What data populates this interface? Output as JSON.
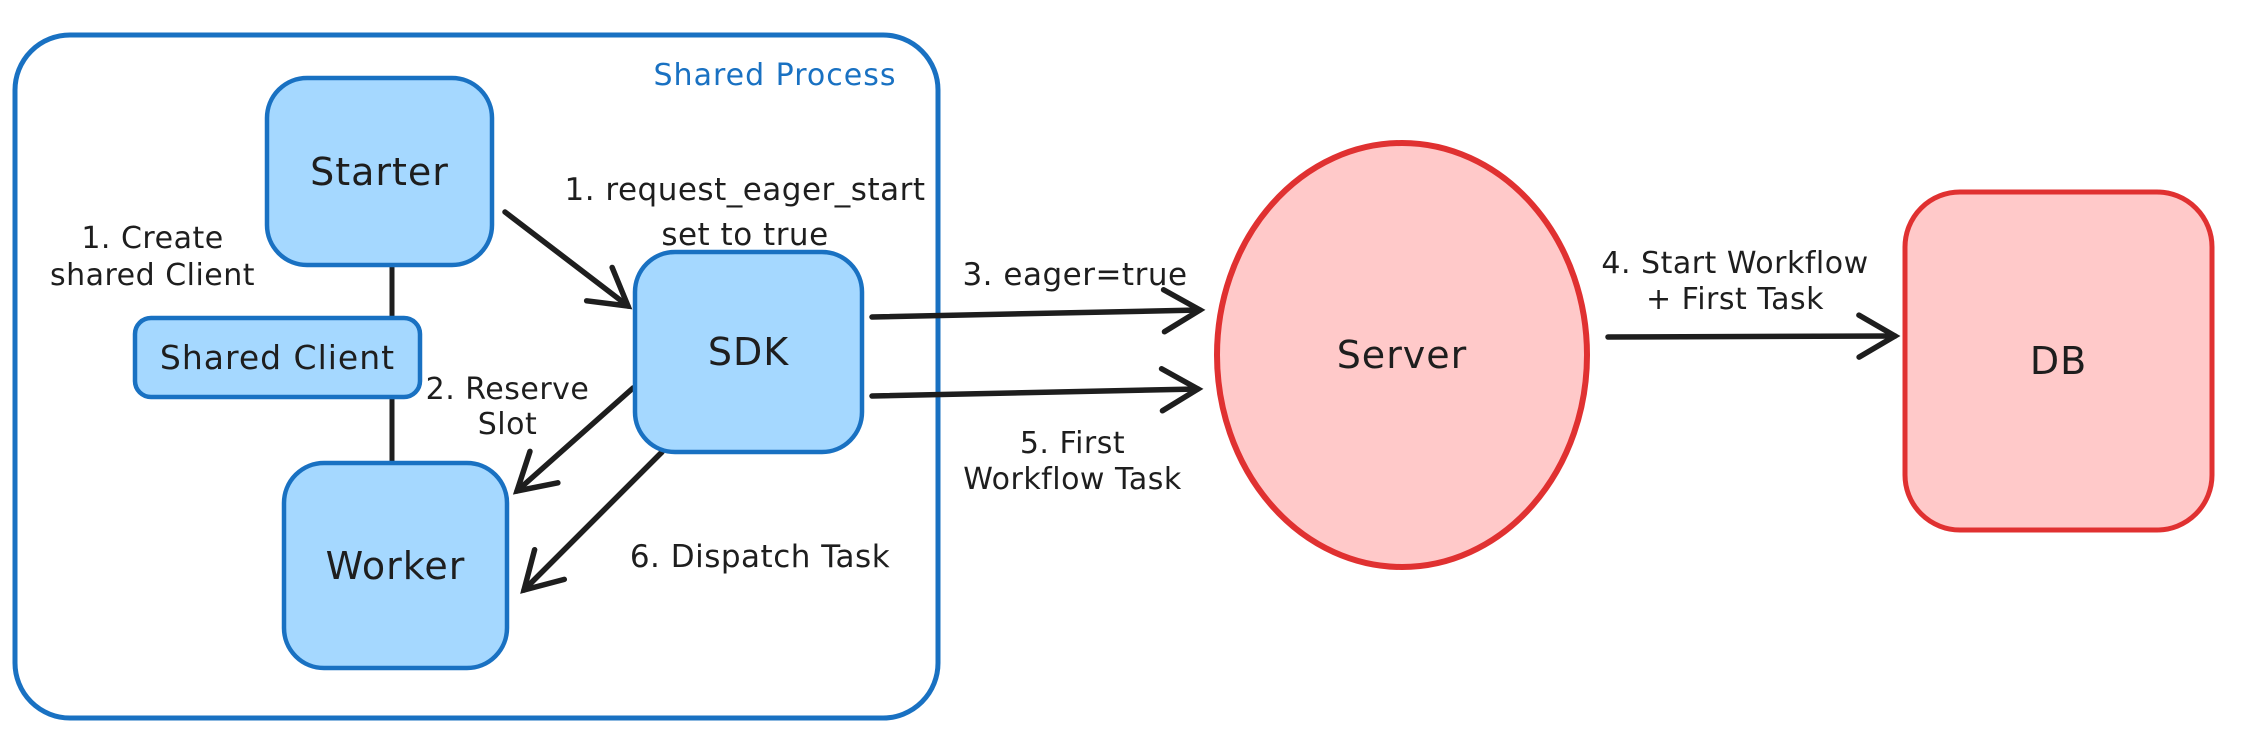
{
  "diagram": {
    "container": {
      "label": "Shared Process"
    },
    "nodes": {
      "starter": {
        "label": "Starter"
      },
      "shared_client": {
        "label": "Shared Client"
      },
      "worker": {
        "label": "Worker"
      },
      "sdk": {
        "label": "SDK"
      },
      "server": {
        "label": "Server"
      },
      "db": {
        "label": "DB"
      }
    },
    "annotations": {
      "create_shared_client": {
        "line1": "1. Create",
        "line2": "shared Client"
      },
      "request_eager_start": {
        "line1": "1. request_eager_start",
        "line2": "set to true"
      },
      "reserve_slot": {
        "line1": "2. Reserve",
        "line2": "Slot"
      },
      "eager_true": {
        "line1": "3. eager=true"
      },
      "start_workflow": {
        "line1": "4. Start Workflow",
        "line2": "+ First Task"
      },
      "first_workflow_task": {
        "line1": "5. First",
        "line2": "Workflow Task"
      },
      "dispatch_task": {
        "line1": "6. Dispatch Task"
      }
    },
    "colors": {
      "blue_stroke": "#1971c2",
      "blue_fill": "#a5d8ff",
      "red_stroke": "#e03131",
      "red_fill": "#ffc9c9",
      "ink": "#1e1e1e",
      "bg": "#ffffff"
    }
  }
}
